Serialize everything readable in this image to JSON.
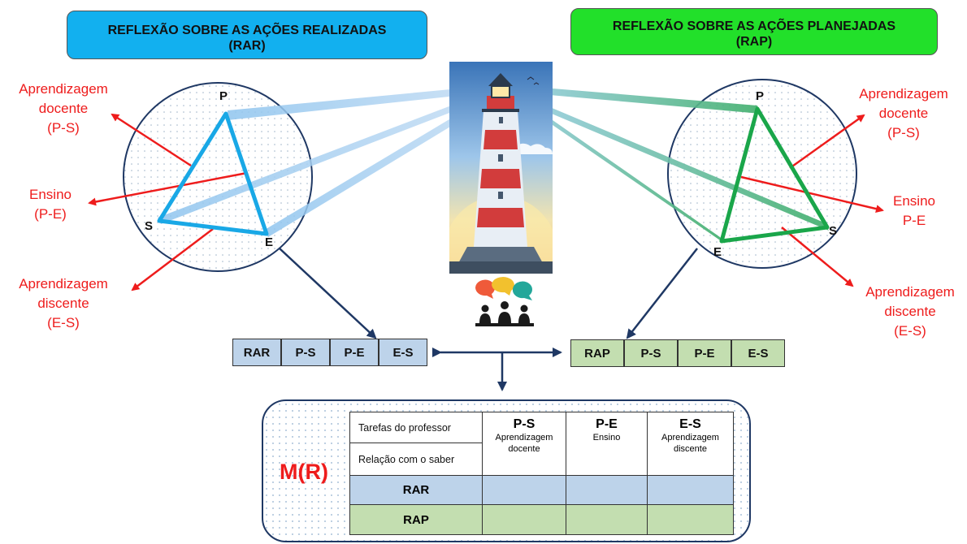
{
  "titles": {
    "left_line1": "REFLEXÃO SOBRE AS AÇÕES REALIZADAS",
    "left_line2": "(RAR)",
    "right_line1": "REFLEXÃO SOBRE AS AÇÕES PLANEJADAS",
    "right_line2": "(RAP)"
  },
  "left_labels": {
    "aprendizagem_docente": [
      "Aprendizagem",
      "docente",
      "(P-S)"
    ],
    "ensino": [
      "Ensino",
      "(P-E)"
    ],
    "aprendizagem_discente": [
      "Aprendizagem",
      "discente",
      "(E-S)"
    ]
  },
  "right_labels": {
    "aprendizagem_docente": [
      "Aprendizagem",
      "docente",
      "(P-S)"
    ],
    "ensino": [
      "Ensino",
      "P-E"
    ],
    "aprendizagem_discente": [
      "Aprendizagem",
      "discente",
      "(E-S)"
    ]
  },
  "vertices": {
    "p": "P",
    "s": "S",
    "e": "E"
  },
  "rar_row": [
    "RAR",
    "P-S",
    "P-E",
    "E-S"
  ],
  "rap_row": [
    "RAP",
    "P-S",
    "P-E",
    "E-S"
  ],
  "matrix": {
    "label": "M(R)",
    "header_top_left": "Tarefas do professor",
    "header_bottom_left": "Relação com o saber",
    "columns": [
      {
        "code": "P-S",
        "name_line1": "Aprendizagem",
        "name_line2": "docente"
      },
      {
        "code": "P-E",
        "name_line1": "Ensino",
        "name_line2": ""
      },
      {
        "code": "E-S",
        "name_line1": "Aprendizagem",
        "name_line2": "discente"
      }
    ],
    "rows": [
      "RAR",
      "RAP"
    ]
  },
  "colors": {
    "rar_blue": "#12b0ef",
    "rap_green": "#22e02a",
    "triangle_blue": "#19a8e6",
    "triangle_green": "#1aa64a",
    "arrow_red": "#ee1c1c",
    "arrow_navy": "#1f3864",
    "rar_cell": "#bdd3ea",
    "rap_cell": "#c3deb0"
  },
  "icons": [
    "lighthouse-illustration",
    "meeting-people-icon"
  ]
}
